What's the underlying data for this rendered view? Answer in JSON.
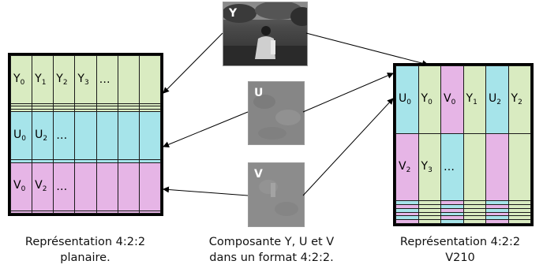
{
  "colors": {
    "y_cell": "#d9ebc1",
    "u_cell": "#a6e4ea",
    "v_cell": "#e6b5e6",
    "plain_cell": "#d9ebc1"
  },
  "planar": {
    "y_row": [
      [
        "Y",
        "0"
      ],
      [
        "Y",
        "1"
      ],
      [
        "Y",
        "2"
      ],
      [
        "Y",
        "3"
      ],
      [
        "…",
        ""
      ]
    ],
    "u_row": [
      [
        "U",
        "0"
      ],
      [
        "U",
        "2"
      ],
      [
        "…",
        ""
      ]
    ],
    "v_row": [
      [
        "V",
        "0"
      ],
      [
        "V",
        "2"
      ],
      [
        "…",
        ""
      ]
    ]
  },
  "v210": {
    "row1": [
      [
        "U",
        "0"
      ],
      [
        "Y",
        "0"
      ],
      [
        "V",
        "0"
      ],
      [
        "Y",
        "1"
      ],
      [
        "U",
        "2"
      ],
      [
        "Y",
        "2"
      ]
    ],
    "row2": [
      [
        "V",
        "2"
      ],
      [
        "Y",
        "3"
      ],
      [
        "…",
        ""
      ]
    ],
    "column_pattern": [
      "u",
      "y",
      "v",
      "y",
      "u",
      "y"
    ]
  },
  "images": {
    "y_label": "Y",
    "u_label": "U",
    "v_label": "V"
  },
  "captions": {
    "left_line1": "Représentation 4:2:2",
    "left_line2": "planaire.",
    "middle_line1": "Composante Y, U et V",
    "middle_line2": "dans un format 4:2:2.",
    "right_line1": "Représentation 4:2:2",
    "right_line2": "V210"
  }
}
